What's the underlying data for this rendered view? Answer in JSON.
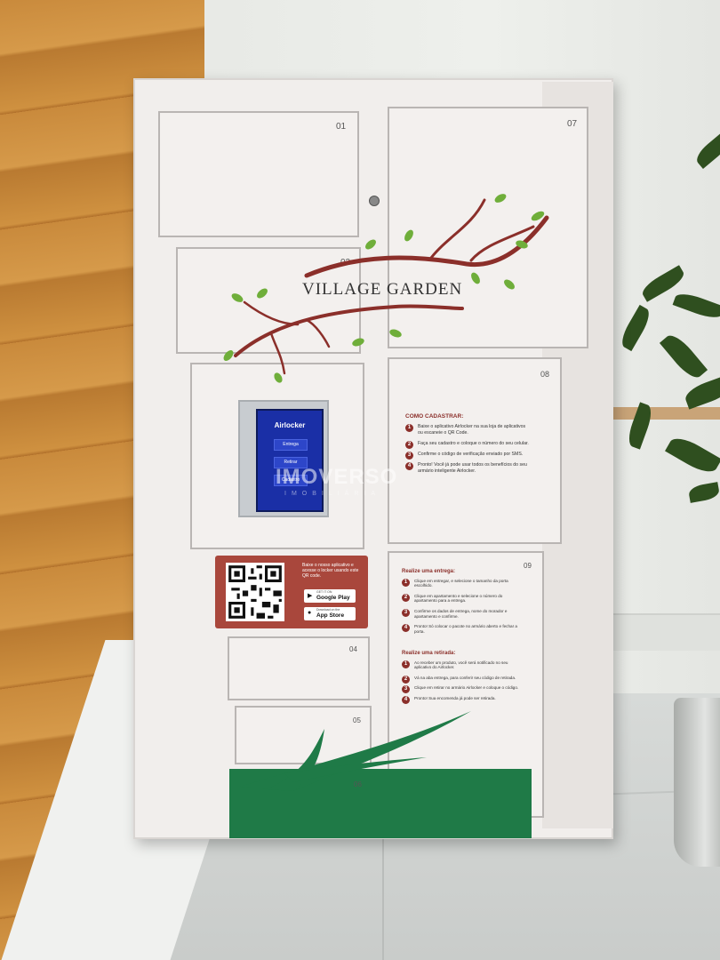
{
  "colors": {
    "wood": "#c98a3c",
    "locker_body": "#f1eeec",
    "brand_green": "#1f7a47",
    "accent_red": "#a9473c",
    "branch": "#8b2f2a",
    "screen_blue": "#1a2fa6"
  },
  "locker": {
    "door_numbers": [
      "01",
      "02",
      "04",
      "05",
      "06",
      "07",
      "08",
      "09"
    ],
    "brand": "VILLAGE GARDEN",
    "screen": {
      "title": "Airlocker",
      "buttons": [
        "Entrega",
        "Retirar",
        "Cadastro"
      ]
    },
    "qr_panel": {
      "text": "Baixe o nosso aplicativo e acesse o locker usando este QR code.",
      "google_small": "GET IT ON",
      "google": "Google Play",
      "apple_small": "Download on the",
      "apple": "App Store"
    },
    "register": {
      "heading": "COMO CADASTRAR:",
      "steps": [
        "Baixe o aplicativo Airlocker na sua loja de aplicativos ou escaneie o QR Code.",
        "Faça seu cadastro e coloque o número do seu celular.",
        "Confirme o código de verificação enviado por SMS.",
        "Pronto! Você já pode usar todos os benefícios do seu armário inteligente Airlocker."
      ]
    },
    "delivery": {
      "heading": "Realize uma entrega:",
      "steps": [
        "Clique em entregar, e selecione o tamanho da porta escolhido.",
        "Clique em apartamento e selecione o número do apartamento para a entrega.",
        "Confirme os dados de entrega, nome do morador e apartamento e confirme.",
        "Pronto! Só colocar o pacote no armário aberto e fechar a porta."
      ]
    },
    "pickup": {
      "heading": "Realize uma retirada:",
      "steps": [
        "Ao receber um produto, você será notificado no seu aplicativo do Airlocker.",
        "Vá na aba entrega, para conferir seu código de retirada.",
        "Clique em retirar no armário Airlocker e coloque o código.",
        "Pronto! Sua encomenda já pode ser retirada."
      ]
    }
  },
  "watermark": {
    "main": "IMOVERSO",
    "sub": "IMOBILIÁRIA"
  }
}
